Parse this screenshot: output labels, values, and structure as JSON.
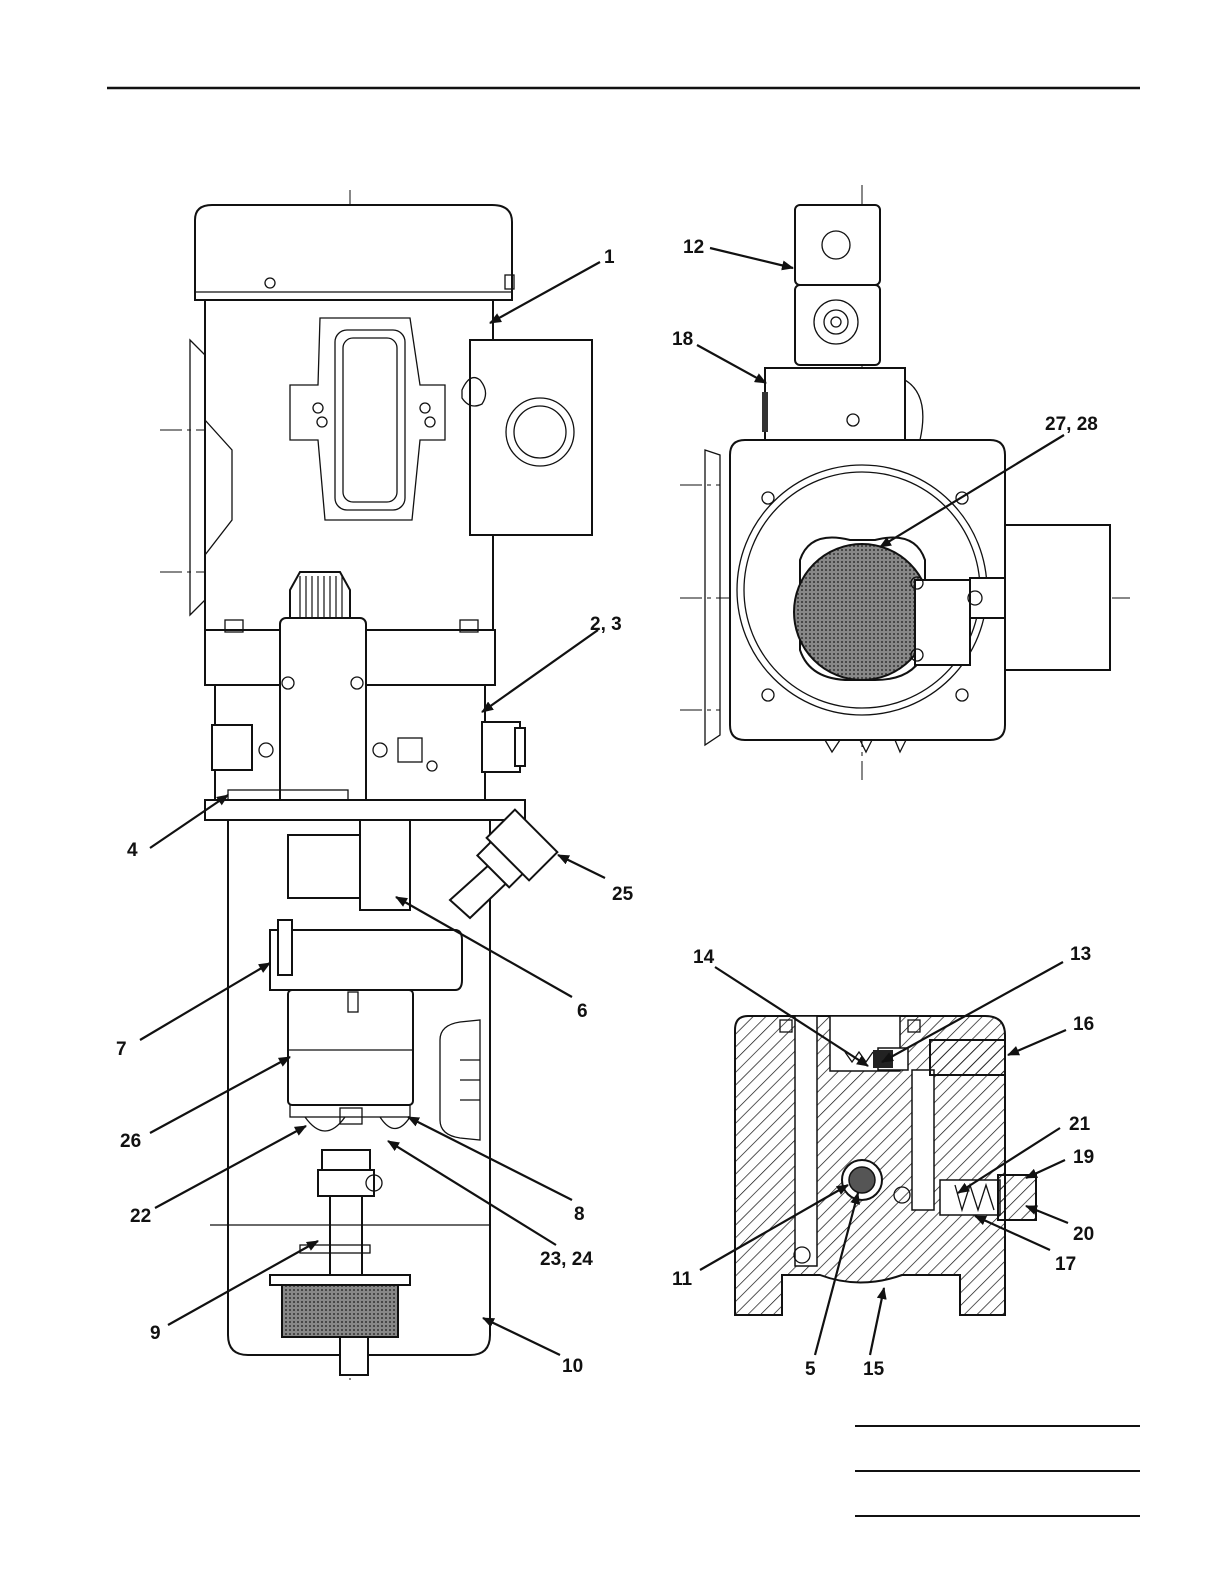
{
  "figure": {
    "callouts": {
      "c1": "1",
      "c2_3": "2, 3",
      "c4": "4",
      "c25": "25",
      "c6": "6",
      "c7": "7",
      "c26": "26",
      "c22": "22",
      "c8": "8",
      "c23_24": "23, 24",
      "c9": "9",
      "c10": "10",
      "c12": "12",
      "c18": "18",
      "c27_28": "27, 28",
      "c14": "14",
      "c13": "13",
      "c16": "16",
      "c21": "21",
      "c19": "19",
      "c20": "20",
      "c17": "17",
      "c11": "11",
      "c5": "5",
      "c15": "15"
    }
  }
}
